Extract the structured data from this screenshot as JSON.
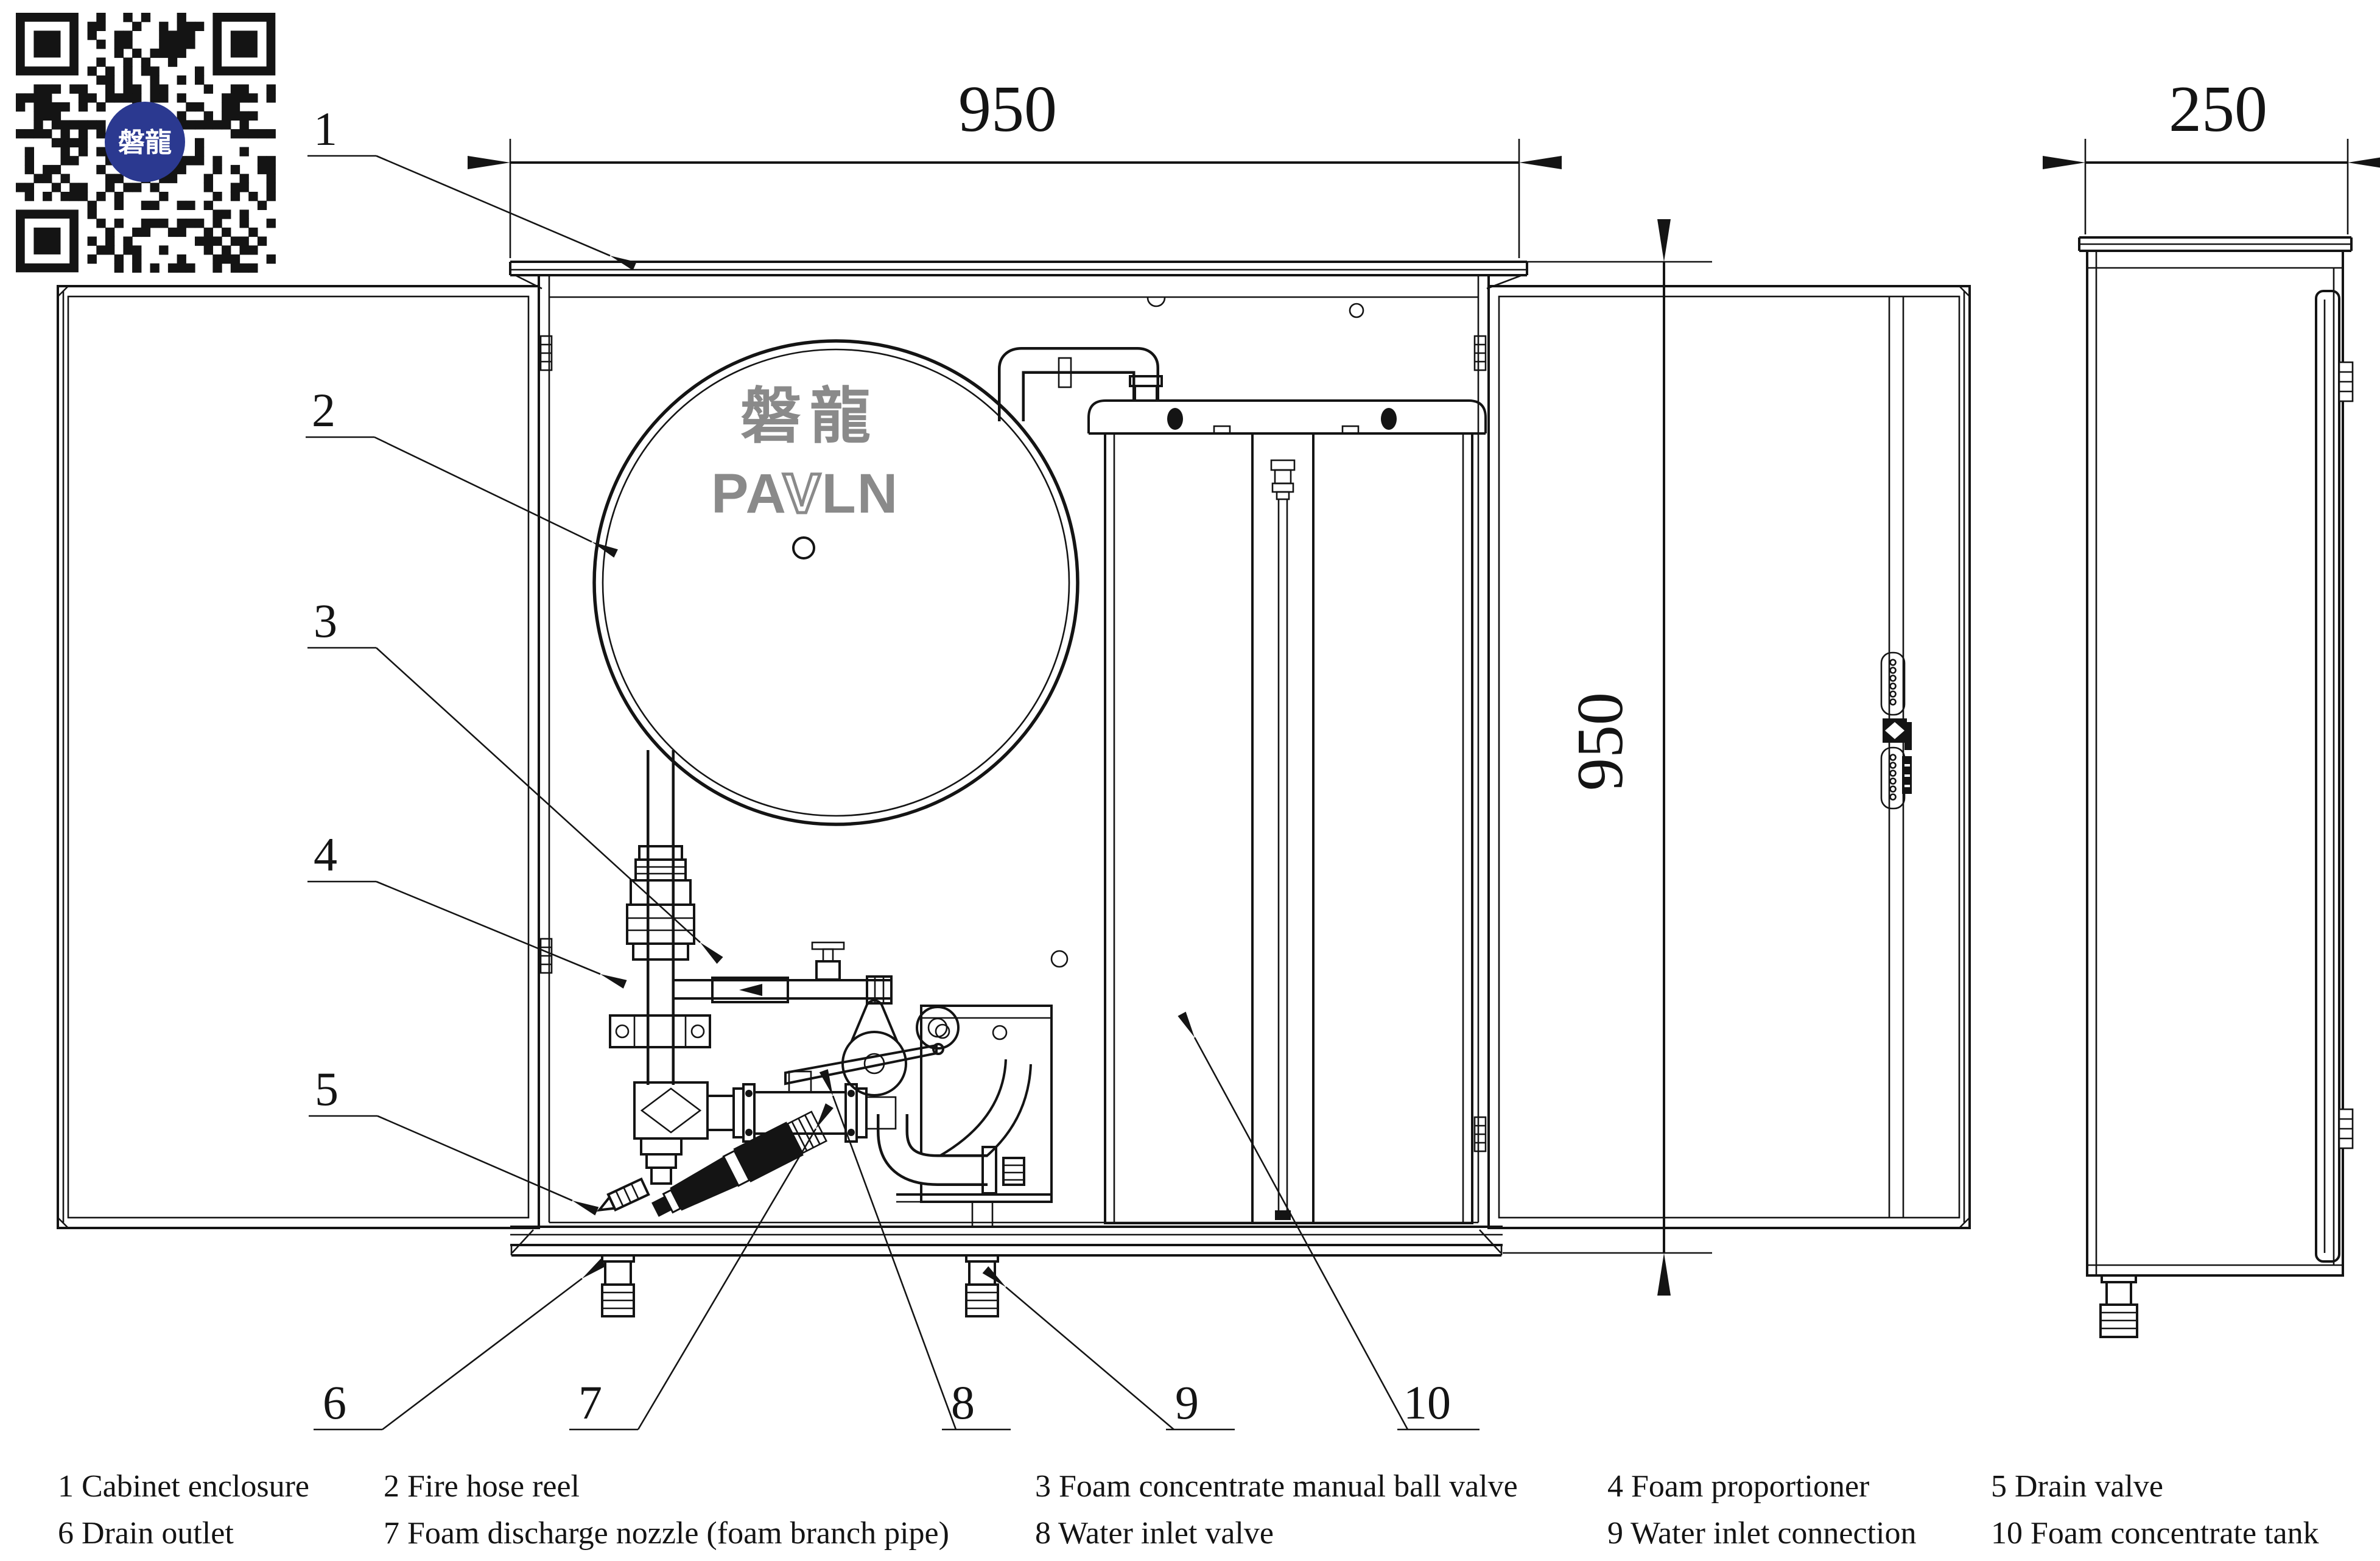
{
  "colors": {
    "line": "#141414",
    "logo_gray": "#8a8a8a",
    "qr_blue": "#2b3990",
    "paper": "#ffffff"
  },
  "qr": {
    "center_label": "磐龍"
  },
  "reel_logo": {
    "cjk": "磐龍",
    "latin_pa": "PA",
    "latin_v": "V",
    "latin_ln": "LN"
  },
  "dimensions": {
    "front_width": "950",
    "front_height": "950",
    "side_depth": "250"
  },
  "callouts": [
    {
      "num": "1"
    },
    {
      "num": "2"
    },
    {
      "num": "3"
    },
    {
      "num": "4"
    },
    {
      "num": "5"
    },
    {
      "num": "6"
    },
    {
      "num": "7"
    },
    {
      "num": "8"
    },
    {
      "num": "9"
    },
    {
      "num": "10"
    }
  ],
  "legend": {
    "items": [
      {
        "text": "1 Cabinet enclosure"
      },
      {
        "text": "2 Fire hose reel"
      },
      {
        "text": "3 Foam concentrate manual ball valve"
      },
      {
        "text": "4 Foam proportioner"
      },
      {
        "text": "5 Drain valve"
      },
      {
        "text": "6 Drain outlet"
      },
      {
        "text": "7 Foam discharge nozzle (foam branch pipe)"
      },
      {
        "text": "8 Water inlet valve"
      },
      {
        "text": "9 Water inlet connection"
      },
      {
        "text": "10 Foam concentrate tank"
      }
    ]
  }
}
